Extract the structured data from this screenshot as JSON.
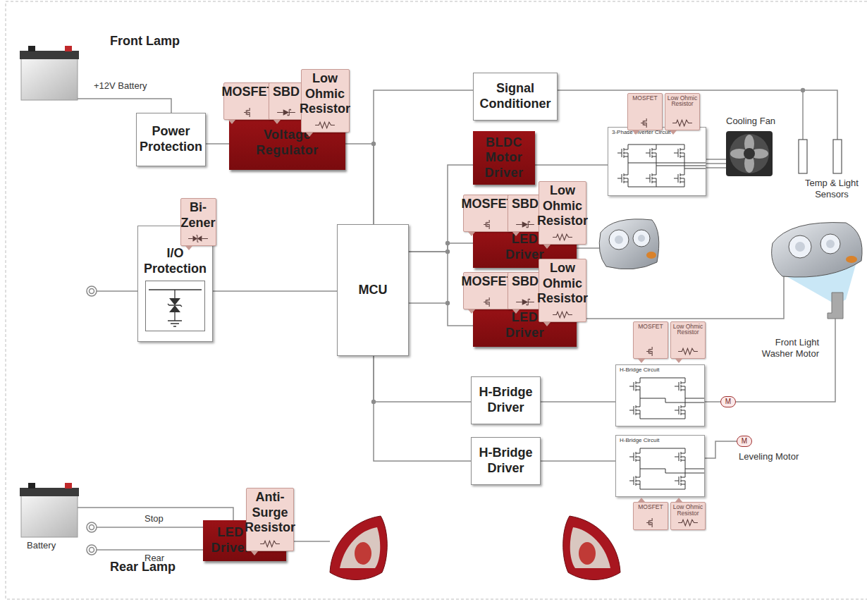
{
  "diagram": {
    "nodes": [
      {
        "text": [
          "Front Lamp"
        ]
      },
      {
        "text": [
          "Power Protection"
        ],
        "in": 0
      },
      {
        "text": [
          "MOSFET"
        ],
        "in": 0
      },
      {
        "text": [
          "SBD"
        ],
        "in": 0
      },
      {
        "text": [
          "Low Ohmic Resistor"
        ],
        "in": 0
      },
      {
        "text": [
          "Voltage Regulator"
        ],
        "in": 0
      },
      {
        "text": [
          "Signal Conditioner"
        ],
        "in": 0
      },
      {
        "text": [
          "BLDC Motor Driver"
        ],
        "in": 0
      },
      {
        "text": [
          "Bi-Zener"
        ],
        "in": 0
      },
      {
        "text": [
          "I/O Protection"
        ],
        "in": 0
      },
      {
        "text": [
          "MCU"
        ],
        "in": 0
      },
      {
        "text": [
          "MOSFET"
        ],
        "in": 0
      },
      {
        "text": [
          "SBD"
        ],
        "in": 0
      },
      {
        "text": [
          "Low Ohmic Resistor"
        ],
        "in": 0
      },
      {
        "text": [
          "LED Driver"
        ],
        "in": 0
      },
      {
        "text": [
          "MOSFET"
        ],
        "in": 0
      },
      {
        "text": [
          "SBD"
        ],
        "in": 0
      },
      {
        "text": [
          "Low Ohmic Resistor"
        ],
        "in": 0
      },
      {
        "text": [
          "LED Driver"
        ],
        "in": 0
      },
      {
        "text": [
          "H-Bridge Driver"
        ],
        "in": 0
      },
      {
        "text": [
          "H-Bridge Driver"
        ],
        "in": 0
      },
      {
        "text": [
          "MOSFET"
        ]
      },
      {
        "text": [
          "Low Ohmic Resistor"
        ]
      },
      {
        "text": [
          "3-Phase inverter Circuit"
        ]
      },
      {
        "text": [
          "MOSFET"
        ]
      },
      {
        "text": [
          "Low Ohmic Resistor"
        ]
      },
      {
        "text": [
          "H-Bridge Circuit"
        ]
      },
      {
        "text": [
          "M"
        ]
      },
      {
        "text": [
          "H-Bridge Circuit"
        ]
      },
      {
        "text": [
          "M"
        ]
      },
      {
        "text": [
          "MOSFET"
        ]
      },
      {
        "text": [
          "Low Ohmic Resistor"
        ]
      },
      {
        "text": [
          "Rear Lamp"
        ]
      },
      {
        "text": [
          "LED Driver"
        ],
        "in": 32
      },
      {
        "text": [
          "Anti-Surge Resistor"
        ],
        "in": 32
      }
    ],
    "edges": [
      {
        "from": 1,
        "to": 5,
        "arrow": "none"
      },
      {
        "from": 5,
        "to": 10,
        "arrow": "none"
      },
      {
        "from": 6,
        "to": 10,
        "arrow": "none"
      },
      {
        "from": 9,
        "to": 10,
        "arrow": "none"
      },
      {
        "from": 10,
        "to": 7,
        "arrow": "none"
      },
      {
        "from": 10,
        "to": 14,
        "arrow": "none"
      },
      {
        "from": 10,
        "to": 18,
        "arrow": "none"
      },
      {
        "from": 10,
        "to": 19,
        "arrow": "none"
      },
      {
        "from": 10,
        "to": 20,
        "arrow": "none"
      },
      {
        "from": 7,
        "to": 23,
        "arrow": "none"
      },
      {
        "from": 19,
        "to": 26,
        "arrow": "none"
      },
      {
        "from": 26,
        "to": 27,
        "arrow": "none"
      },
      {
        "from": 20,
        "to": 28,
        "arrow": "none"
      },
      {
        "from": 28,
        "to": 29,
        "arrow": "none"
      }
    ],
    "labels": [
      "+12V Battery",
      "Cooling Fan",
      "Temp & Light Sensors",
      "Front Light Washer Motor",
      "Leveling Motor",
      "Battery",
      "Stop",
      "Rear"
    ]
  }
}
